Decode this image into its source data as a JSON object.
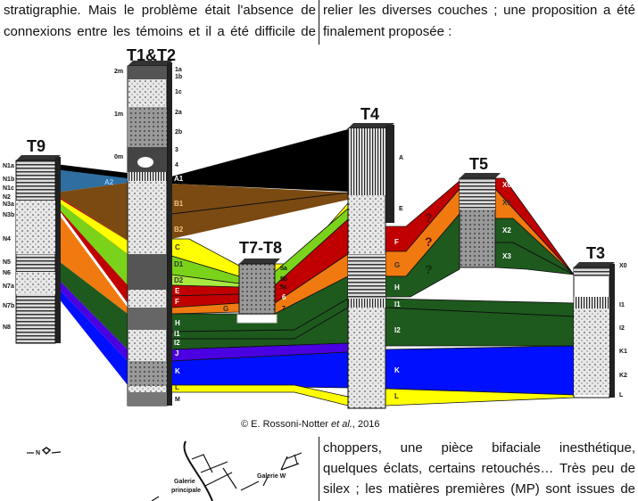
{
  "text_top_left": [
    "stratigraphie. Mais le problème était l'absence de",
    "connexions entre les témoins et il a été difficile de"
  ],
  "text_top_right": [
    "relier les diverses couches ; une proposition a été",
    "finalement proposée :"
  ],
  "text_bottom_right": [
    "choppers, une pièce bifaciale inesthétique,",
    "quelques éclats, certains retouchés… Très peu de",
    "silex ; les matières premières (MP) sont issues de"
  ],
  "figure": {
    "caption_prefix": "© E. Rossoni-Notter ",
    "caption_etal": "et al.",
    "caption_suffix": ", 2016",
    "columns": {
      "t9": {
        "title": "T9",
        "labels": [
          "N1a",
          "N1b",
          "N1c",
          "N2",
          "N3a",
          "N3b",
          "N4",
          "N5",
          "N6",
          "N7a",
          "N7b",
          "N8"
        ]
      },
      "t1t2": {
        "title": "T1&T2",
        "scale": [
          "2m",
          "1m",
          "0m"
        ],
        "labels": [
          "1a",
          "1b",
          "1c",
          "2a",
          "2b",
          "3",
          "4"
        ],
        "layers": [
          "A1",
          "B1",
          "B2",
          "C",
          "D1",
          "D2",
          "E",
          "F",
          "G",
          "H",
          "I1",
          "I2",
          "J",
          "K",
          "L",
          "M"
        ],
        "a2": "A2"
      },
      "t7t8": {
        "title": "T7-T8",
        "labels": [
          "5a",
          "5b",
          "5c",
          "6",
          "7"
        ]
      },
      "t4": {
        "title": "T4",
        "labels": [
          "A",
          "E"
        ],
        "layers": [
          "F",
          "G",
          "H",
          "I1",
          "I2",
          "K",
          "L"
        ],
        "question": "?"
      },
      "t5": {
        "title": "T5",
        "layers": [
          "X0",
          "X1",
          "X2",
          "X3"
        ]
      },
      "t3": {
        "title": "T3",
        "labels": [
          "X0",
          "I1",
          "I2",
          "K1",
          "K2",
          "L"
        ]
      }
    },
    "map": {
      "north": "N",
      "gallery_main_1": "Galerie",
      "gallery_main_2": "principale",
      "gallery_w": "Galerie W"
    },
    "colors": {
      "black": "#000000",
      "blue_a2": "#2f6ea0",
      "brown": "#7a4a12",
      "yellow": "#ffff00",
      "lime": "#7ad31a",
      "red": "#c00000",
      "orange": "#f07a10",
      "green": "#1e5a1e",
      "purple": "#4a00e0",
      "blue": "#0010ff"
    }
  }
}
